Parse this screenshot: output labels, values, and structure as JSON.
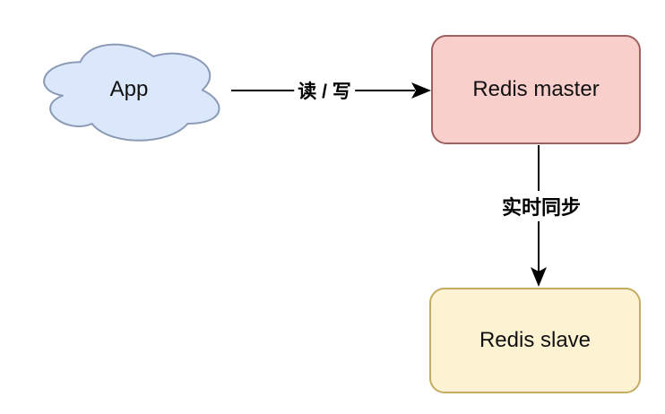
{
  "canvas": {
    "background": "#ffffff",
    "arrow_color": "#000000"
  },
  "nodes": {
    "app": {
      "label": "App",
      "fill": "#dbe8fb",
      "stroke": "#8a9ab5"
    },
    "master": {
      "label": "Redis master",
      "fill": "#f9cfcc",
      "stroke": "#9e615d"
    },
    "slave": {
      "label": "Redis slave",
      "fill": "#fdf3d3",
      "stroke": "#c5ab62"
    }
  },
  "edges": {
    "read_write": {
      "label": "读 / 写",
      "from": "App",
      "to": "Redis master",
      "color": "#000000"
    },
    "sync": {
      "label": "实时同步",
      "from": "Redis master",
      "to": "Redis slave",
      "color": "#000000"
    }
  }
}
